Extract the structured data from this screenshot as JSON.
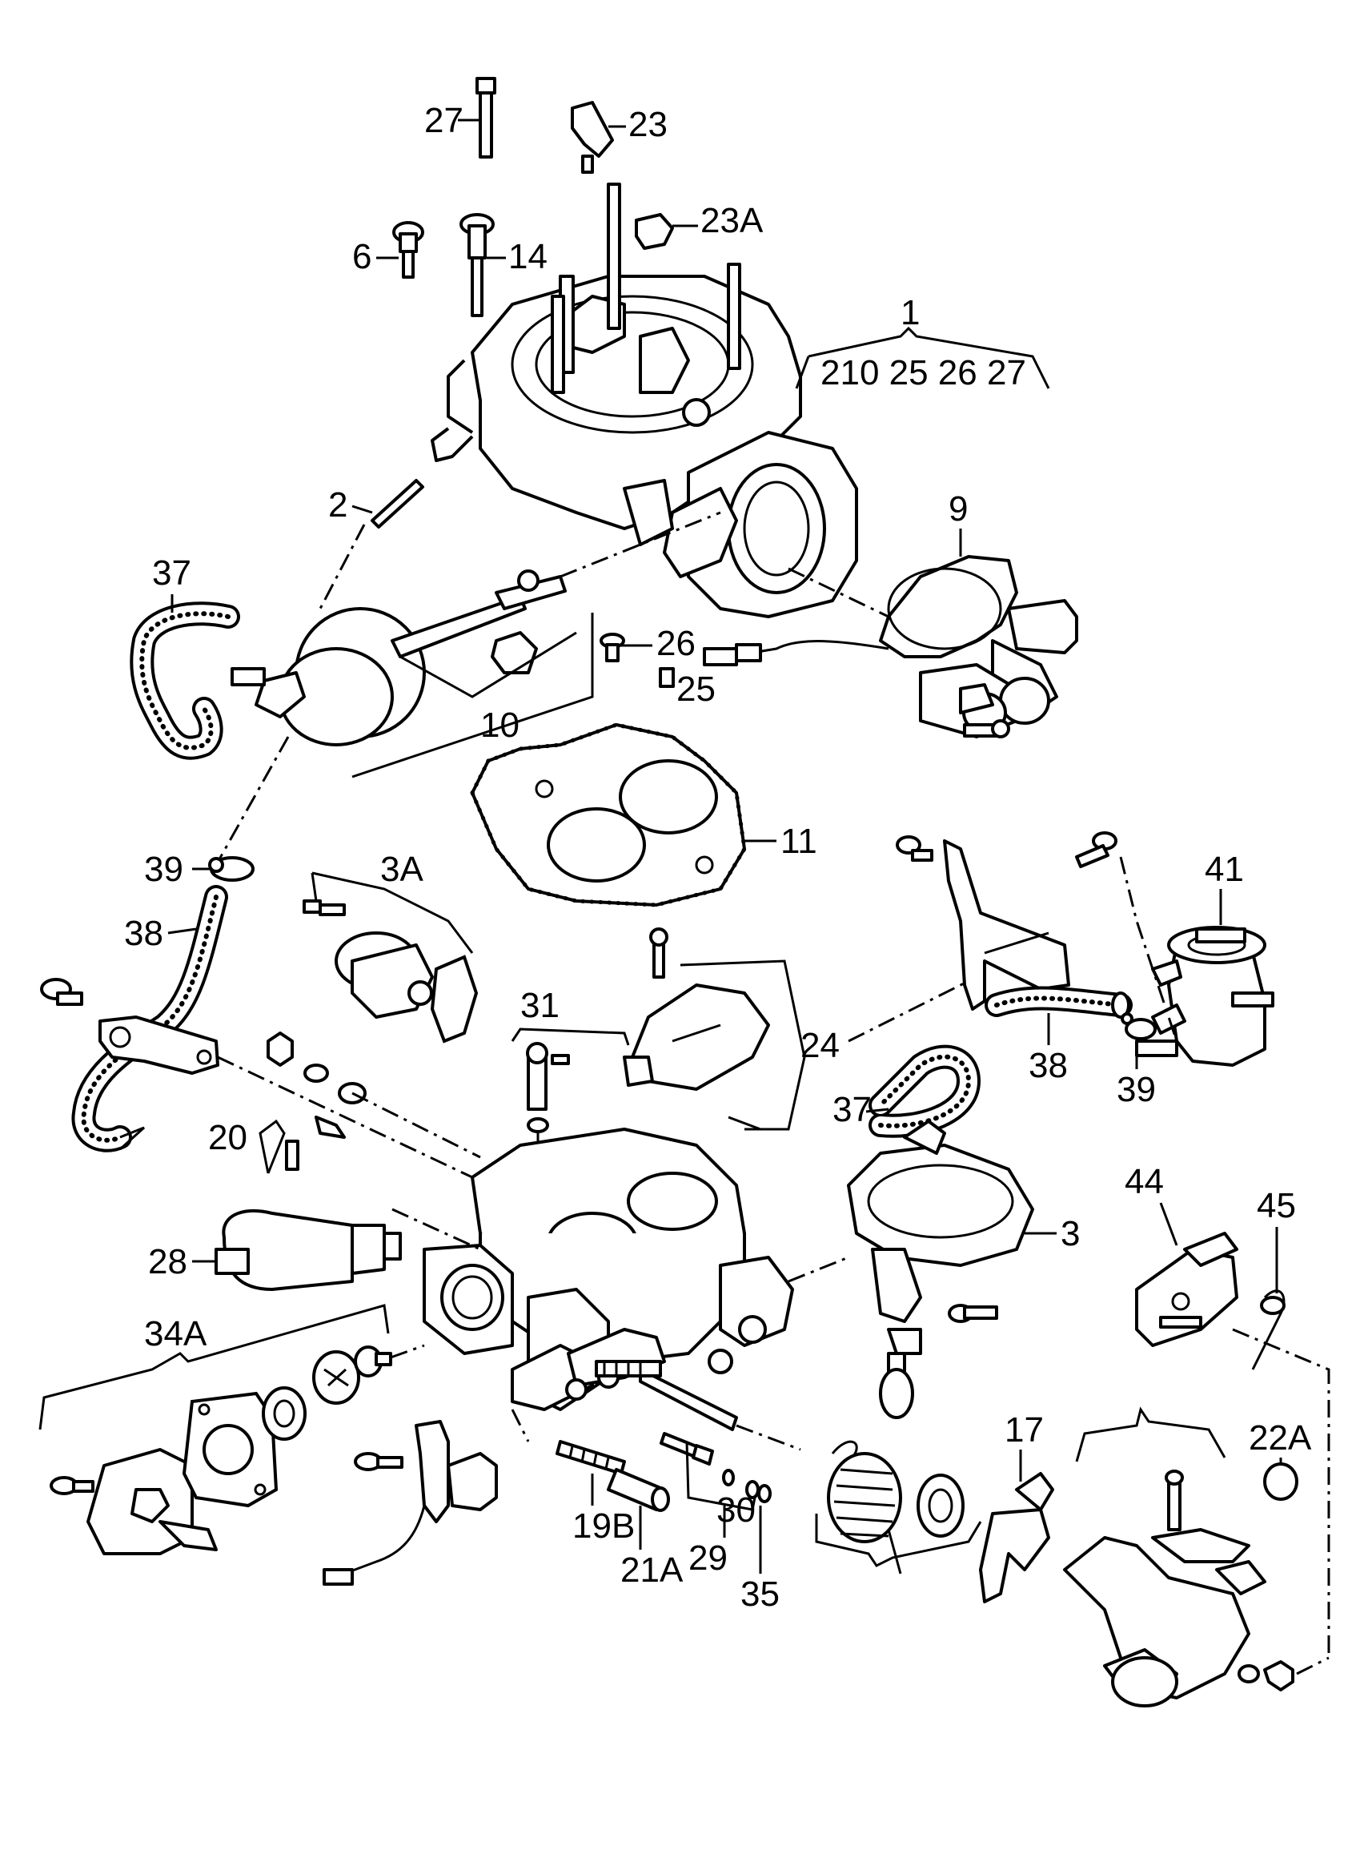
{
  "labels": {
    "l1": "1",
    "l1_group": "210 25 26 27",
    "l2": "2",
    "l3": "3",
    "l3a": "3A",
    "l6": "6",
    "l9": "9",
    "l10": "10",
    "l11": "11",
    "l14": "14",
    "l17": "17",
    "l19b": "19B",
    "l20": "20",
    "l21a": "21A",
    "l22a": "22A",
    "l23": "23",
    "l23a": "23A",
    "l24": "24",
    "l25": "25",
    "l26": "26",
    "l27": "27",
    "l28": "28",
    "l29": "29",
    "l30": "30",
    "l31": "31",
    "l34a": "34A",
    "l35": "35",
    "l37a": "37",
    "l37b": "37",
    "l38a": "38",
    "l38b": "38",
    "l39a": "39",
    "l39b": "39",
    "l41": "41",
    "l44": "44",
    "l45": "45"
  }
}
